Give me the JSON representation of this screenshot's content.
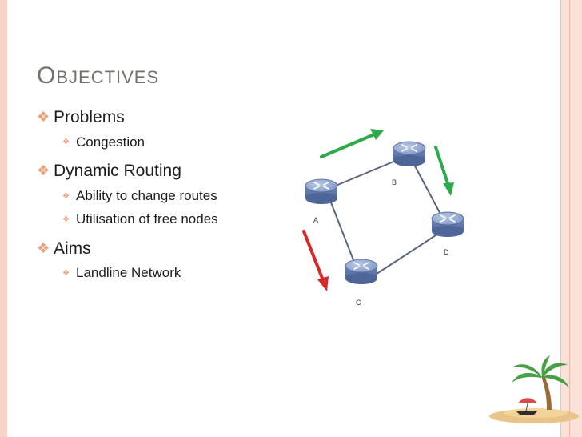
{
  "slide": {
    "title_first": "O",
    "title_rest": "bjectives"
  },
  "bullets": [
    {
      "level": 1,
      "text": "Problems"
    },
    {
      "level": 2,
      "text": "Congestion"
    },
    {
      "level": 1,
      "text": "Dynamic Routing"
    },
    {
      "level": 2,
      "text": "Ability to change routes"
    },
    {
      "level": 2,
      "text": "Utilisation of free nodes"
    },
    {
      "level": 1,
      "text": "Aims"
    },
    {
      "level": 2,
      "text": "Landline Network"
    }
  ],
  "diagram": {
    "nodes": [
      {
        "id": "A",
        "label": "A"
      },
      {
        "id": "B",
        "label": "B"
      },
      {
        "id": "C",
        "label": "C"
      },
      {
        "id": "D",
        "label": "D"
      }
    ],
    "links": [
      [
        "A",
        "B"
      ],
      [
        "B",
        "D"
      ],
      [
        "A",
        "C"
      ],
      [
        "C",
        "D"
      ]
    ],
    "colors": {
      "router_fill": "#5e77a8",
      "router_top": "#8fa6d1",
      "link": "#555f7a",
      "arrow_green": "#2eaa4a",
      "arrow_red": "#d42a2a",
      "bullet_glyph": "#e9a07b",
      "title": "#76716a"
    }
  }
}
